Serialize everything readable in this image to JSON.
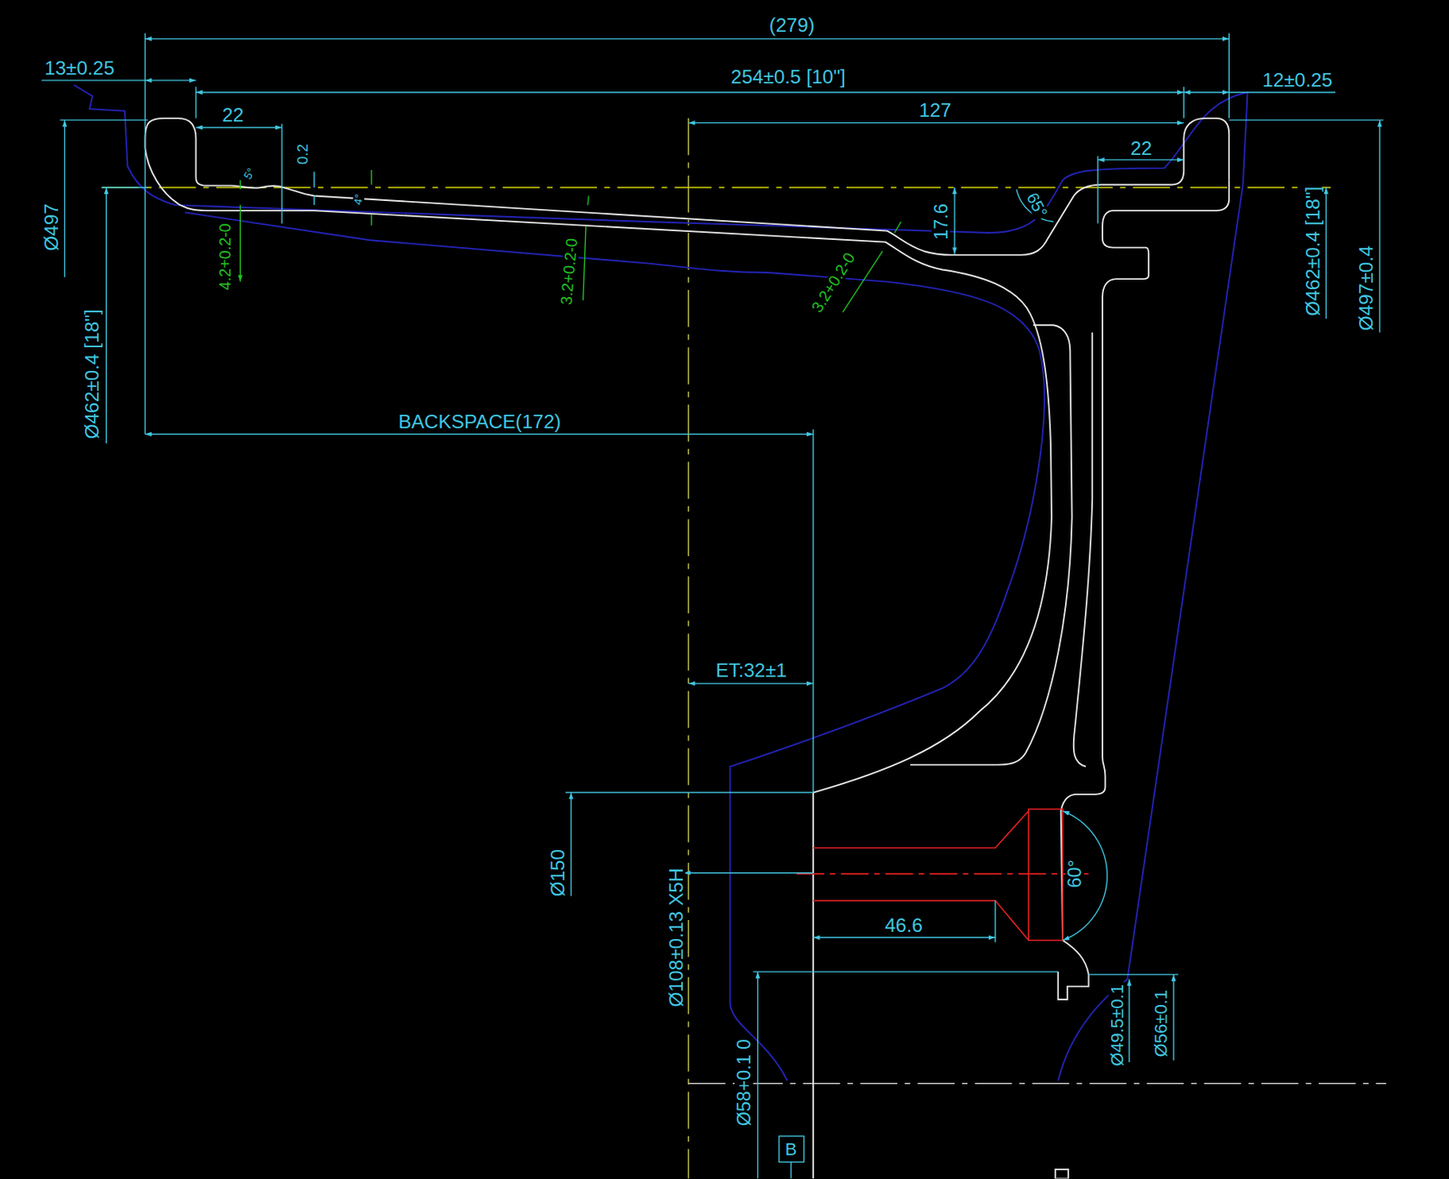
{
  "diagram": {
    "labels": [
      "(279)",
      "13±0.25",
      "254±0.5 [10\"]",
      "12±0.25",
      "22",
      "127",
      "22",
      "0.2",
      "Ø497",
      "Ø462±0.4 [18\"]",
      "Ø462±0.4 [18\"]",
      "Ø497±0.4",
      "17.6",
      "65°",
      "5°",
      "4°",
      "4.2+0.2-0",
      "3.2+0.2-0",
      "3.2+0.2-0",
      "BACKSPACE(172)",
      "ET:32±1",
      "Ø150",
      "Ø108±0.13 X5H",
      "46.6",
      "60°",
      "Ø49.5±0.1",
      "Ø56±0.1",
      "Ø58+0.1 0",
      "B"
    ]
  }
}
